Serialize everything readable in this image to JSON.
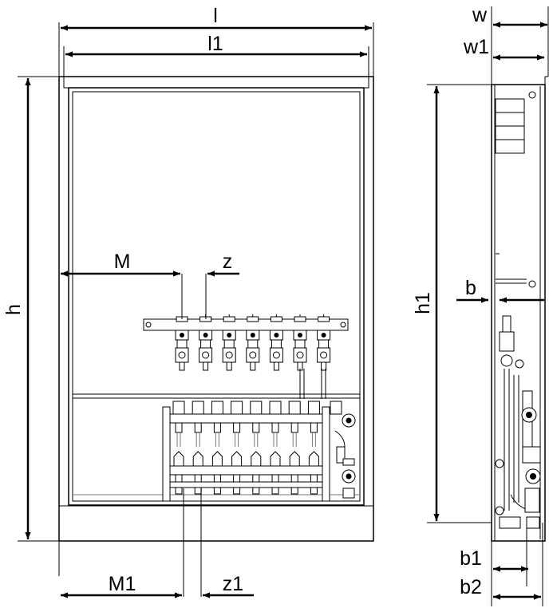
{
  "labels": {
    "l": "l",
    "l1": "l1",
    "h": "h",
    "M": "M",
    "z": "z",
    "M1": "M1",
    "z1": "z1",
    "w": "w",
    "w1": "w1",
    "h1": "h1",
    "b": "b",
    "b1": "b1",
    "b2": "b2"
  },
  "counts": {
    "upper_valves": 7,
    "lower_outlets": 8
  }
}
